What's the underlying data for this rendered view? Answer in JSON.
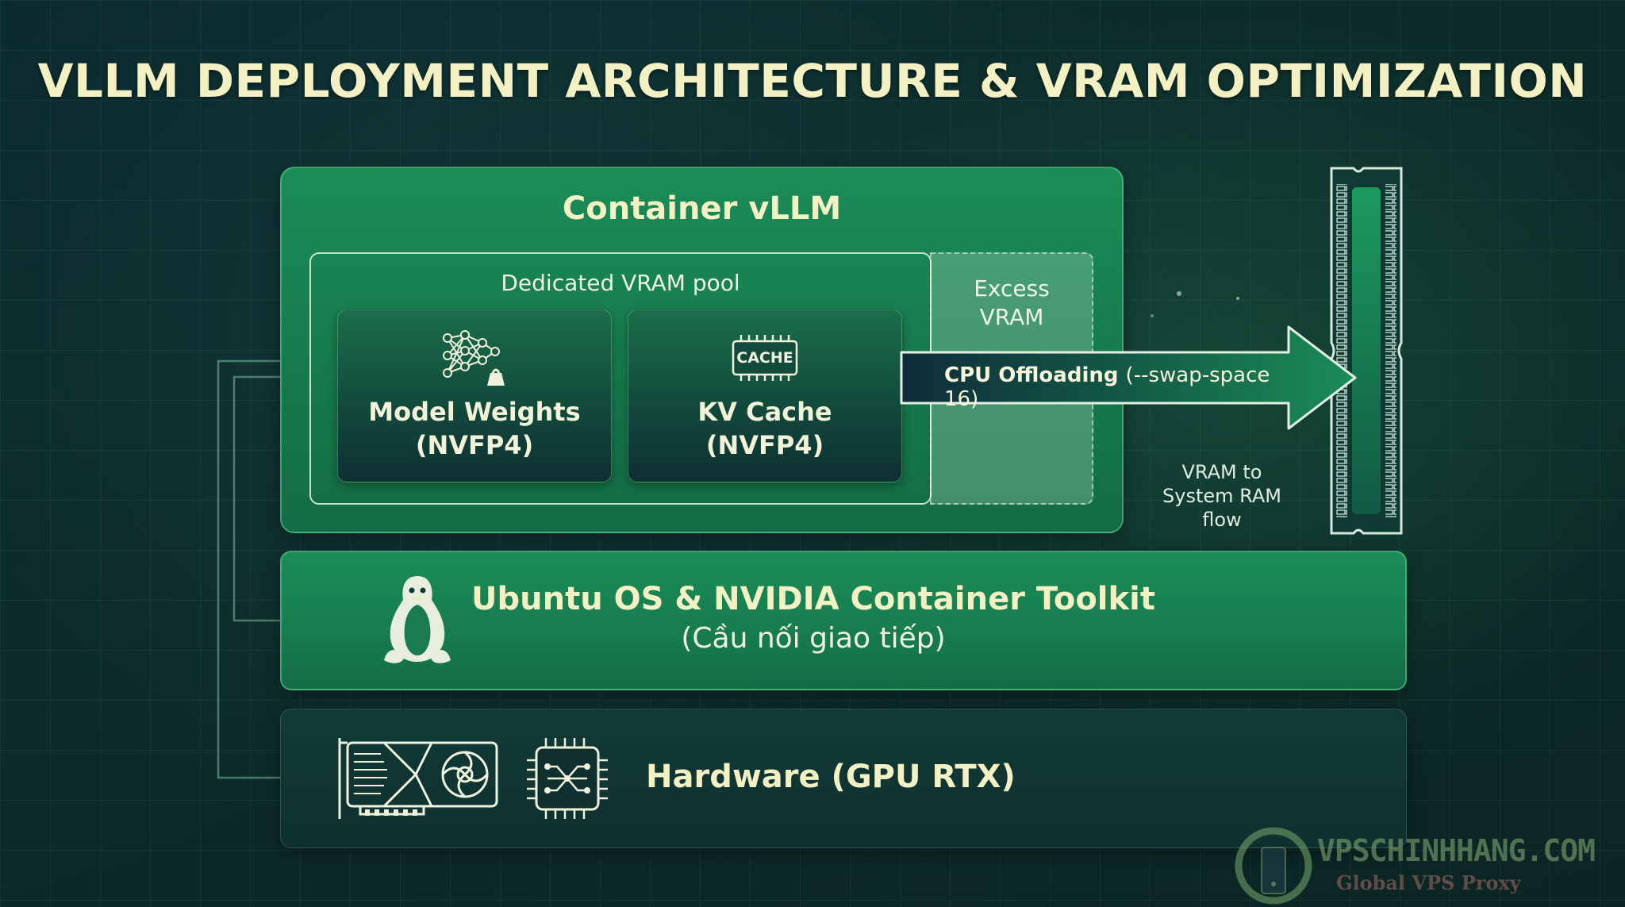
{
  "title": "VLLM DEPLOYMENT ARCHITECTURE & VRAM OPTIMIZATION",
  "container": {
    "title": "Container vLLM",
    "pool_label": "Dedicated VRAM pool",
    "excess_label_1": "Excess",
    "excess_label_2": "VRAM",
    "model_weights": {
      "line1": "Model Weights",
      "line2": "(NVFP4)",
      "icon": "neural-network-icon"
    },
    "kv_cache": {
      "line1": "KV Cache",
      "line2": "(NVFP4)",
      "chip_text": "CACHE",
      "icon": "cache-chip-icon"
    }
  },
  "offload": {
    "label_bold": "CPU Offloading",
    "label_param": "(--swap-space 16)",
    "flow_1": "VRAM to",
    "flow_2": "System RAM",
    "flow_3": "flow"
  },
  "os": {
    "title": "Ubuntu OS & NVIDIA Container Toolkit",
    "subtitle": "(Cầu nối giao tiếp)",
    "icon": "linux-penguin-icon"
  },
  "hardware": {
    "title": "Hardware (GPU RTX)",
    "icons": [
      "gpu-card-icon",
      "processor-chip-icon"
    ]
  },
  "watermark": {
    "brand": "VPSCHINHHANG.COM",
    "tagline": "Global VPS Proxy"
  },
  "colors": {
    "accent_green": "#1b8c58",
    "title_cream": "#f3f1c4",
    "background": "#0c2b2a"
  }
}
